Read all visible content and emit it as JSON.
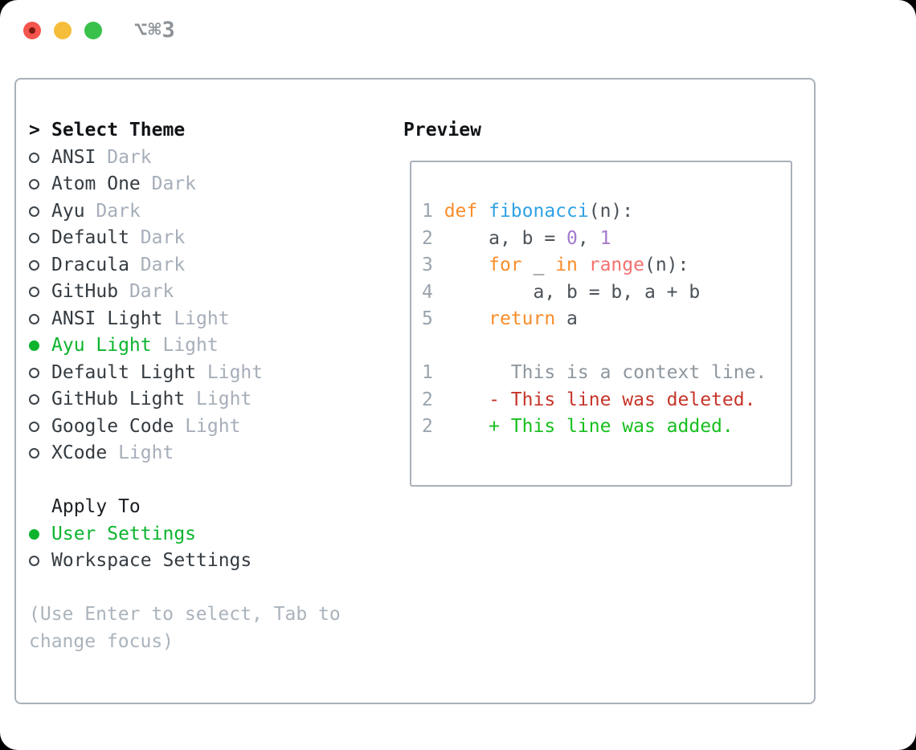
{
  "titlebar": {
    "title": "⌥⌘3"
  },
  "theme_list": {
    "header_marker": ">",
    "header": "Select Theme",
    "items": [
      {
        "name": "ANSI",
        "variant": "Dark",
        "selected": false
      },
      {
        "name": "Atom One",
        "variant": "Dark",
        "selected": false
      },
      {
        "name": "Ayu",
        "variant": "Dark",
        "selected": false
      },
      {
        "name": "Default",
        "variant": "Dark",
        "selected": false
      },
      {
        "name": "Dracula",
        "variant": "Dark",
        "selected": false
      },
      {
        "name": "GitHub",
        "variant": "Dark",
        "selected": false
      },
      {
        "name": "ANSI Light",
        "variant": "Light",
        "selected": false
      },
      {
        "name": "Ayu Light",
        "variant": "Light",
        "selected": true
      },
      {
        "name": "Default Light",
        "variant": "Light",
        "selected": false
      },
      {
        "name": "GitHub Light",
        "variant": "Light",
        "selected": false
      },
      {
        "name": "Google Code",
        "variant": "Light",
        "selected": false
      },
      {
        "name": "XCode",
        "variant": "Light",
        "selected": false
      }
    ]
  },
  "apply_to": {
    "header": "Apply To",
    "options": [
      {
        "label": "User Settings",
        "selected": true
      },
      {
        "label": "Workspace Settings",
        "selected": false
      }
    ]
  },
  "hint": {
    "line1": "(Use Enter to select, Tab to",
    "line2": "change focus)"
  },
  "preview": {
    "header": "Preview",
    "code": {
      "l1": {
        "ln": "1 ",
        "kw": "def ",
        "fn": "fibonacci",
        "tx": "(n):"
      },
      "l2": {
        "ln": "2 ",
        "tx": "    a, b = ",
        "n1": "0",
        "tx2": ", ",
        "n2": "1"
      },
      "l3": {
        "ln": "3 ",
        "tx": "    ",
        "kw": "for",
        "tx2": " _ ",
        "kw2": "in ",
        "call": "range",
        "tx3": "(n):"
      },
      "l4": {
        "ln": "4 ",
        "tx": "        a, b = b, a + b"
      },
      "l5": {
        "ln": "5 ",
        "tx": "    ",
        "kw": "return",
        "tx2": " a"
      },
      "d1": {
        "ln": "1 ",
        "ctx": "      This is a context line."
      },
      "d2": {
        "ln": "2 ",
        "del": "    - This line was deleted."
      },
      "d3": {
        "ln": "2 ",
        "add": "    + This line was added."
      }
    }
  },
  "colors": {
    "selected_green": "#0cb42e",
    "added_green": "#17bf1d",
    "deleted_red": "#c6352a",
    "keyword_orange": "#f98d2b",
    "function_blue": "#2fa2e4",
    "number_purple": "#a37acc",
    "call_pink": "#f3716f",
    "muted_gray": "#a6aeb9",
    "border_gray": "#a9b1ba",
    "traffic_red": "#f4554d",
    "traffic_yellow": "#f6bd3a",
    "traffic_green": "#39c14b"
  }
}
